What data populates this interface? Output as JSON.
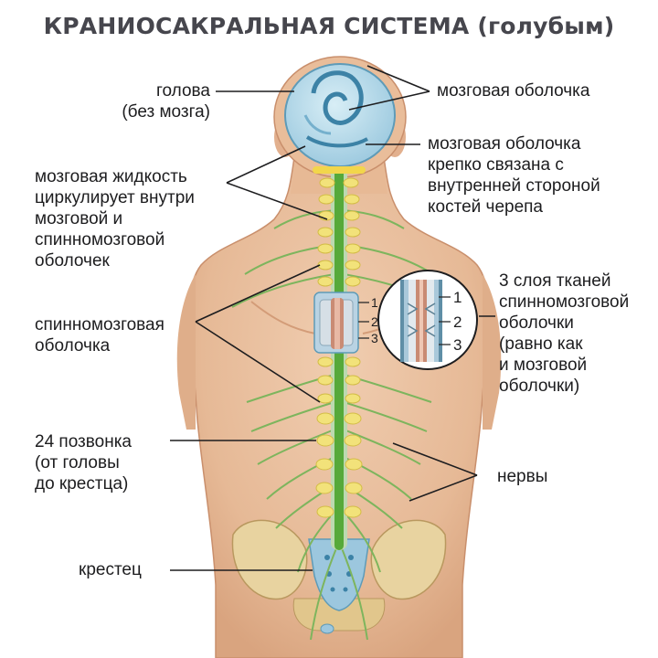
{
  "title": "КРАНИОСАКРАЛЬНАЯ СИСТЕМА (голубым)",
  "labels": {
    "head": "голова\n(без мозга)",
    "meninges": "мозговая оболочка",
    "meninges_bound": "мозговая оболочка\nкрепко связана с\nвнутренней стороной\nкостей черепа",
    "csf": "мозговая жидкость\nциркулирует внутри\nмозговой и\nспинномозговой\nоболочек",
    "spinal_membrane": "спинномозговая\nоболочка",
    "layers": "3 слоя тканей\nспинномозговой\nоболочки\n(равно как\nи мозговой\nоболочки)",
    "vertebrae": "24 позвонка\n(от головы\nдо крестца)",
    "nerves": "нервы",
    "sacrum": "крестец"
  },
  "layer_numbers": [
    "1",
    "2",
    "3"
  ],
  "colors": {
    "skin": "#e9bf9c",
    "membrane_blue": "#7fb4cf",
    "spinal_cord": "#56a93a",
    "vertebra": "#f2e27a",
    "bone": "#e8d3a0"
  }
}
